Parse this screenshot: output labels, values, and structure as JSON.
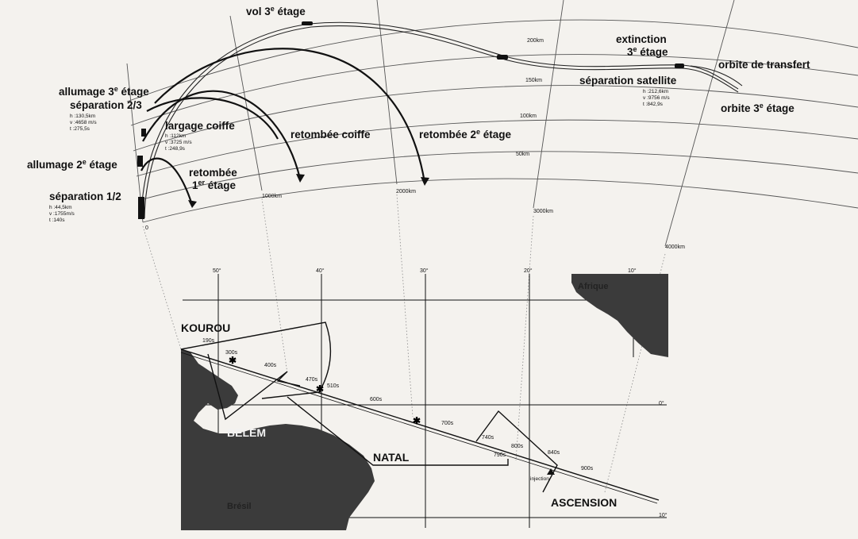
{
  "profile": {
    "stage3_flight": "vol 3",
    "stage3_flight_sup": "e",
    "stage3_flight_end": " étage",
    "extinction_line1": "extinction",
    "extinction_line2": "3",
    "extinction_sup": "e",
    "extinction_end": " étage",
    "transfer_orbit": "orbite de transfert",
    "stage3_orbit": "orbite 3",
    "stage3_orbit_sup": "e",
    "stage3_orbit_end": " étage",
    "sat_separation": "séparation satellite",
    "sat_sep_h": "h :212,6km",
    "sat_sep_v": "v :9756 m/s",
    "sat_sep_t": "t :842,9s",
    "ignition3_1": "allumage 3",
    "ignition3_sup": "e",
    "ignition3_end": " étage",
    "sep23": "séparation 2/3",
    "sep23_h": "h :130,5km",
    "sep23_v": "v :4658 m/s",
    "sep23_t": "t :275,5s",
    "fairing": "largage coiffe",
    "fairing_h": "h :112km",
    "fairing_v": "v :3725 m/s",
    "fairing_t": "t :248,9s",
    "fairing_fall": "retombée coiffe",
    "stage2_fall": "retombée 2",
    "stage2_fall_sup": "e",
    "stage2_fall_end": " étage",
    "ignition2": "allumage 2",
    "ignition2_sup": "e",
    "ignition2_end": " étage",
    "stage1_fall_1": "retombée",
    "stage1_fall_2": "1",
    "stage1_fall_sup": "er",
    "stage1_fall_end": " étage",
    "sep12": "séparation 1/2",
    "sep12_h": "h :44,5km",
    "sep12_v": "v :1755m/s",
    "sep12_t": "t :140s",
    "alt_labels": [
      "200km",
      "150km",
      "100km",
      "50km"
    ],
    "dist_labels": [
      "0",
      "1000km",
      "2000km",
      "3000km",
      "4000km"
    ]
  },
  "map": {
    "longitudes": [
      "50°",
      "40°",
      "30°",
      "20°",
      "10°"
    ],
    "latitudes": [
      "0°",
      "10°"
    ],
    "places": {
      "kourou": "KOUROU",
      "belem": "BELEM",
      "natal": "NATAL",
      "ascension": "ASCENSION",
      "bresil": "Brésil",
      "afrique": "Afrique"
    },
    "time_marks": [
      "190s",
      "300s",
      "400s",
      "470s",
      "510s",
      "600s",
      "700s",
      "740s",
      "790s",
      "800s",
      "840s",
      "900s"
    ],
    "injection": "injection"
  }
}
